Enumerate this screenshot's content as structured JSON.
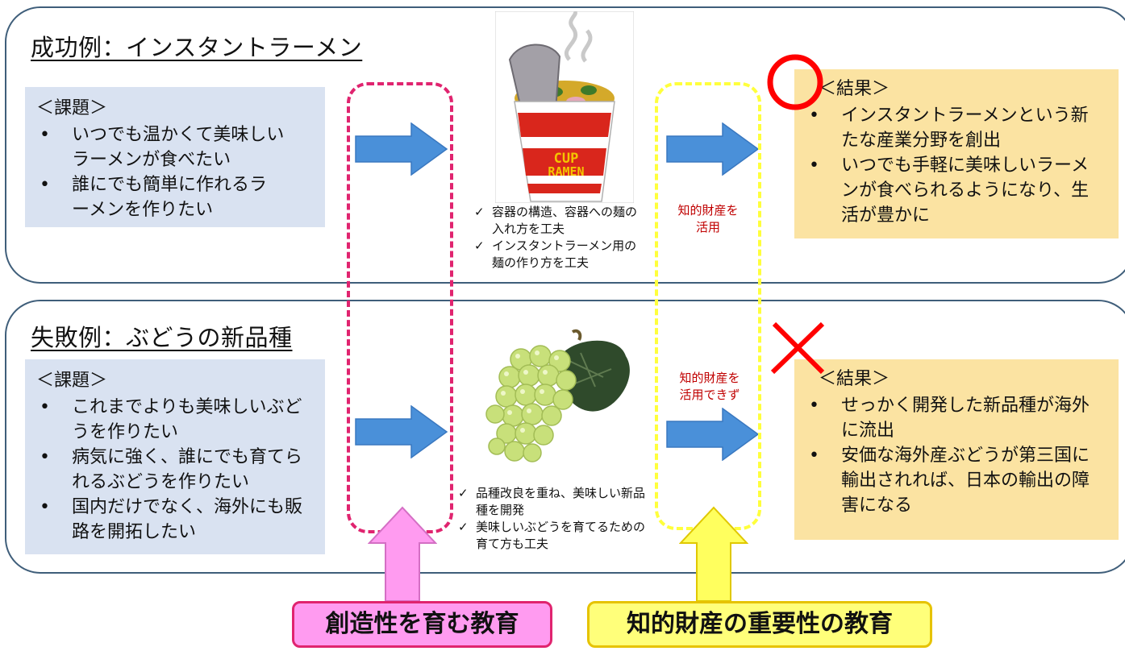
{
  "success": {
    "title": "成功例：インスタントラーメン",
    "issue_heading": "＜課題＞",
    "issues": [
      "いつでも温かくて美味しいラーメンが食べたい",
      "誰にでも簡単に作れるラーメンを作りたい"
    ],
    "features": [
      "容器の構造、容器への麺の入れ方を工夫",
      "インスタントラーメン用の麺の作り方を工夫"
    ],
    "ip_note_line1": "知的財産を",
    "ip_note_line2": "活用",
    "result_heading": "＜結果＞",
    "results": [
      "インスタントラーメンという新たな産業分野を創出",
      "いつでも手軽に美味しいラーメンが食べられるようになり、生活が豊かに"
    ],
    "mark": "circle",
    "cup_text_1": "CUP",
    "cup_text_2": "RAMEN"
  },
  "failure": {
    "title": "失敗例：ぶどうの新品種",
    "issue_heading": "＜課題＞",
    "issues": [
      "これまでよりも美味しいぶどうを作りたい",
      "病気に強く、誰にでも育てられるぶどうを作りたい",
      "国内だけでなく、海外にも販路を開拓したい"
    ],
    "features": [
      "品種改良を重ね、美味しい新品種を開発",
      "美味しいぶどうを育てるための育て方も工夫"
    ],
    "ip_note_line1": "知的財産を",
    "ip_note_line2": "活用できず",
    "result_heading": "＜結果＞",
    "results": [
      "せっかく開発した新品種が海外に流出",
      "安価な海外産ぶどうが第三国に輸出されれば、日本の輸出の障害になる"
    ],
    "mark": "cross"
  },
  "education": {
    "creativity_label": "創造性を育む教育",
    "ip_label": "知的財産の重要性の教育"
  },
  "colors": {
    "panel_border": "#3f5e7a",
    "issue_bg": "#d9e2f1",
    "result_bg": "#fbe3a2",
    "arrow_blue": "#4a90d9",
    "creativity_pink": "#e0246f",
    "ip_yellow": "#ffff3c",
    "note_red": "#c00000",
    "success_mark_red": "#ff0000"
  }
}
